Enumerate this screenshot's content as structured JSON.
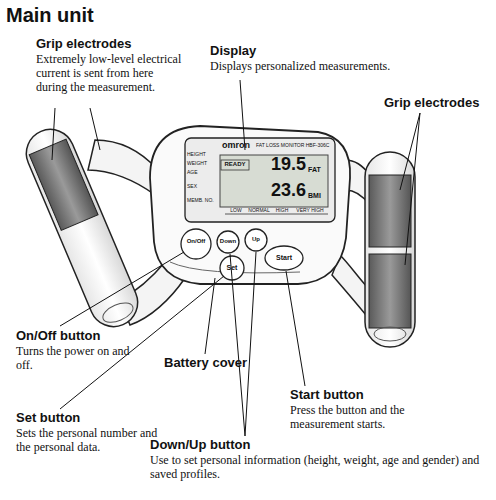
{
  "diagram": {
    "title": "Main unit",
    "labels": [
      "Grip electrodes",
      "Extremely low-level electrical current is sent from here during the measurement.",
      "Display",
      "Displays personalized measurements.",
      "Grip electrodes",
      "On/Off button",
      "Turns the power on and off.",
      "Battery cover",
      "Set button",
      "Sets the personal number and the personal data.",
      "Down/Up button",
      "Use to set personal information (height, weight, age and gender) and saved profiles.",
      "Start button",
      "Press the button and the measurement starts.",
      "omron",
      "FAT LOSS MONITOR HBF-306C",
      "READY",
      "19.5",
      "FAT",
      "23.6",
      "BMI",
      "HEIGHT",
      "WEIGHT",
      "AGE",
      "SEX",
      "MEMB. NO.",
      "LOW",
      "NORMAL",
      "HIGH",
      "VERY HIGH",
      "On/Off",
      "Down",
      "Up",
      "Set",
      "Start"
    ]
  }
}
